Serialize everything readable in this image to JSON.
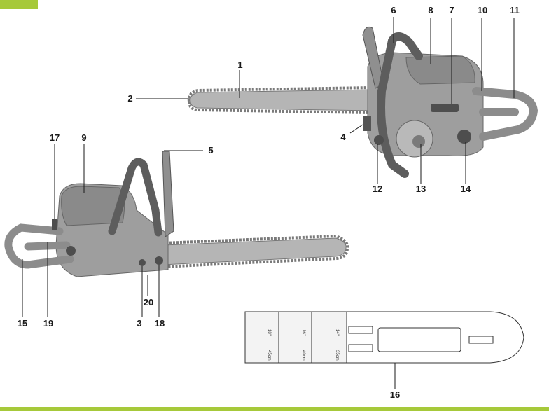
{
  "colors": {
    "accent": "#a6c93a",
    "body_grey": "#9a9a9a",
    "dark_grey": "#6a6a6a",
    "chain_grey": "#8d8d8d",
    "line": "#1a1a1a"
  },
  "callouts": [
    {
      "id": "1",
      "label": "1"
    },
    {
      "id": "2",
      "label": "2"
    },
    {
      "id": "3",
      "label": "3"
    },
    {
      "id": "4",
      "label": "4"
    },
    {
      "id": "5",
      "label": "5"
    },
    {
      "id": "6",
      "label": "6"
    },
    {
      "id": "7",
      "label": "7"
    },
    {
      "id": "8",
      "label": "8"
    },
    {
      "id": "9",
      "label": "9"
    },
    {
      "id": "10",
      "label": "10"
    },
    {
      "id": "11",
      "label": "11"
    },
    {
      "id": "12",
      "label": "12"
    },
    {
      "id": "13",
      "label": "13"
    },
    {
      "id": "14",
      "label": "14"
    },
    {
      "id": "15",
      "label": "15"
    },
    {
      "id": "16",
      "label": "16"
    },
    {
      "id": "17",
      "label": "17"
    },
    {
      "id": "18",
      "label": "18"
    },
    {
      "id": "19",
      "label": "19"
    },
    {
      "id": "20",
      "label": "20"
    }
  ],
  "bar_cover": {
    "marks": [
      "18\"",
      "45cm",
      "16\"",
      "40cm",
      "14\"",
      "35cm"
    ]
  }
}
